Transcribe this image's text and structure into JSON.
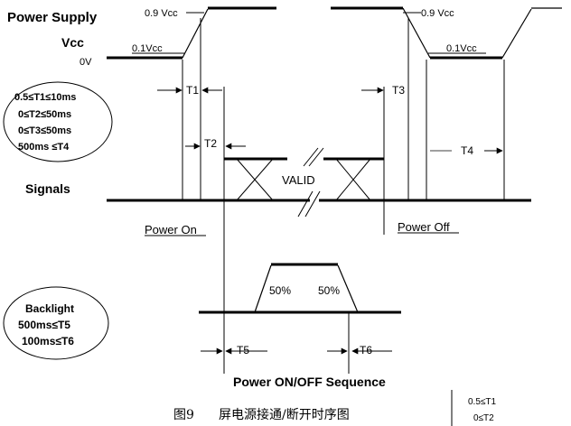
{
  "power_supply": {
    "title": "Power Supply",
    "vcc_label": "Vcc",
    "zero_v": "0V",
    "on_high": "0.9 Vcc",
    "on_low": "0.1Vcc",
    "off_high": "0.9 Vcc",
    "off_low": "0.1Vcc"
  },
  "constraints": [
    "0.5≤T1≤10ms",
    "0≤T2≤50ms",
    "0≤T3≤50ms",
    "500ms ≤T4"
  ],
  "timing": {
    "t1": "T1",
    "t2": "T2",
    "t3": "T3",
    "t4": "T4",
    "t5": "T5",
    "t6": "T6"
  },
  "signals": {
    "title": "Signals",
    "valid": "VALID",
    "power_on": "Power On",
    "power_off": "Power Off"
  },
  "backlight": {
    "title": "Backlight",
    "cond1": "500ms≤T5",
    "cond2": "100ms≤T6",
    "rise_label": "50%",
    "fall_label": "50%"
  },
  "sequence_title": "Power ON/OFF Sequence",
  "caption": {
    "figure_no": "图9",
    "text": "屏电源接通/断开时序图"
  },
  "corner_snippet": [
    "0.5≤T1",
    "0≤T2"
  ]
}
